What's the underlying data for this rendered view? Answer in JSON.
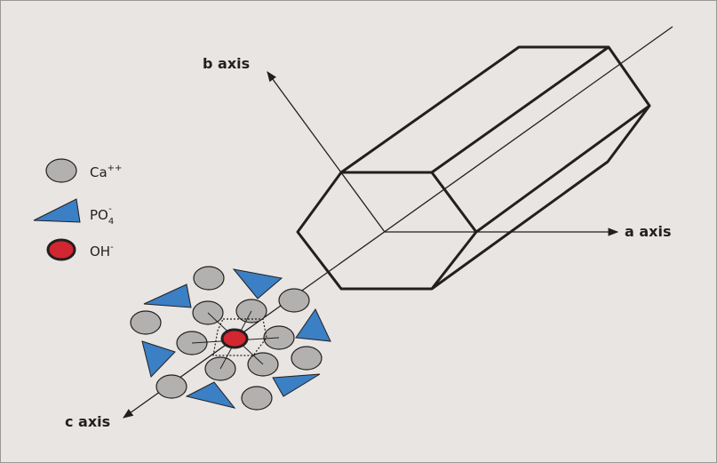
{
  "colors": {
    "background": "#e9e5e2",
    "line": "#231f20",
    "calcium": "#b3b1b0",
    "phosphate": "#3b7fc4",
    "hydroxide": "#d22630"
  },
  "axes": {
    "a": "a axis",
    "b": "b axis",
    "c": "c axis"
  },
  "legend": {
    "calcium": {
      "base": "Ca",
      "sup": "++",
      "icon": "gray-circle"
    },
    "phosphate": {
      "base": "PO",
      "sub": "4",
      "sup": "-",
      "icon": "blue-triangle"
    },
    "hydroxide": {
      "base": "OH",
      "sup": "-",
      "icon": "red-circle"
    }
  }
}
